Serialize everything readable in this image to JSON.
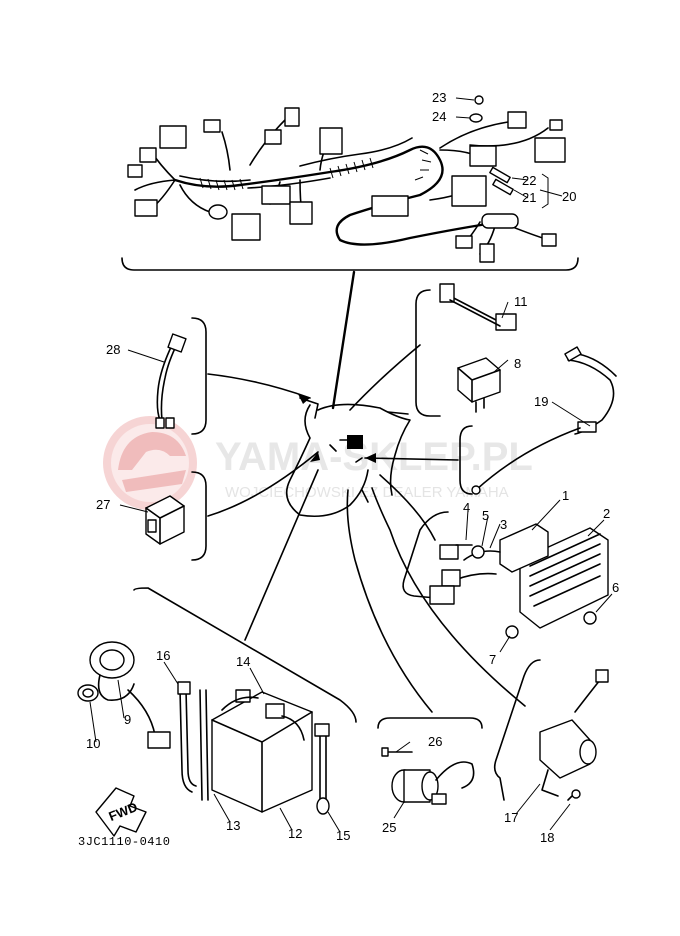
{
  "watermark": {
    "brand": "YAMA-SKLEP.PL",
    "subtitle": "WOJCIECHOWSKI EZ DEALER YAMAHA",
    "logo_color": "#f3c9c9",
    "text_color": "#e6e6e6"
  },
  "part_callouts": [
    "1",
    "2",
    "3",
    "4",
    "5",
    "6",
    "7",
    "8",
    "9",
    "10",
    "11",
    "12",
    "13",
    "14",
    "15",
    "16",
    "17",
    "18",
    "19",
    "20",
    "21",
    "22",
    "23",
    "24",
    "25",
    "26",
    "27",
    "28"
  ],
  "fwd_label": "FWD",
  "reference_code": "3JC1110-0410",
  "icons": {
    "fwd_arrow": "fwd-arrow-icon",
    "logo": "helmet-logo-icon"
  },
  "colors": {
    "ink": "#000000",
    "paper": "#ffffff"
  }
}
